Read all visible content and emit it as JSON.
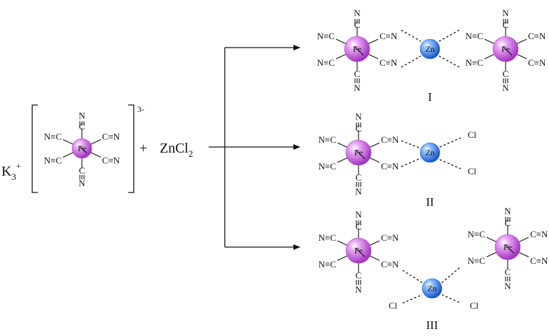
{
  "reactant": {
    "counter_ion": "K",
    "counter_ion_sub": "3",
    "counter_ion_sup": "+",
    "charge": "3-",
    "plus": "+",
    "reagent": "ZnCl",
    "reagent_sub": "2"
  },
  "atoms": {
    "iron": "Fe",
    "zinc": "Zn",
    "chlorine": "Cl"
  },
  "ligand": {
    "nc": "N≡C",
    "cn": "C≡N",
    "c": "C",
    "n": "N"
  },
  "products": [
    {
      "label": "I"
    },
    {
      "label": "II"
    },
    {
      "label": "III"
    }
  ],
  "colors": {
    "iron": "#b43fd0",
    "zinc": "#1e63e0",
    "line": "#111111"
  }
}
